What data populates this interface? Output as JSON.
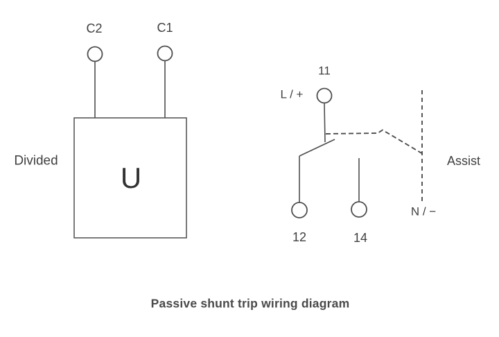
{
  "title": "Passive shunt trip wiring diagram",
  "coil": {
    "terminal_c2": "C2",
    "terminal_c1": "C1",
    "body_label": "U",
    "side_label": "Divided"
  },
  "switch": {
    "terminal_11": "11",
    "line_label": "L / +",
    "terminal_12": "12",
    "terminal_14": "14",
    "assist_label": "Assist",
    "neutral_label": "N / −"
  },
  "colors": {
    "line": "#4d4d4d",
    "text": "#3f3f3f"
  }
}
